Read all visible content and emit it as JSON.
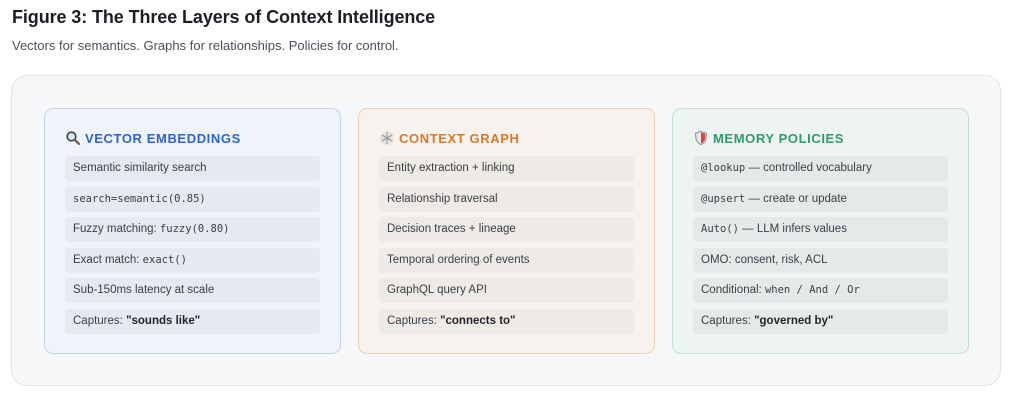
{
  "figure": {
    "title": "Figure 3: The Three Layers of Context Intelligence",
    "subtitle": "Vectors for semantics. Graphs for relationships. Policies for control."
  },
  "cards": {
    "vector": {
      "icon": "magnifier-icon",
      "accent": "#2f63cc",
      "title": "VECTOR EMBEDDINGS",
      "items": {
        "i0": "Semantic similarity search",
        "i1": "search=semantic(0.85)",
        "i2a": "Fuzzy matching: ",
        "i2b": "fuzzy(0.80)",
        "i3a": "Exact match: ",
        "i3b": "exact()",
        "i4": "Sub-150ms latency at scale",
        "i5a": "Captures: ",
        "i5b": "\"sounds like\""
      }
    },
    "graph": {
      "icon": "snowflake-icon",
      "accent": "#d97a2a",
      "title": "CONTEXT GRAPH",
      "items": {
        "i0": "Entity extraction + linking",
        "i1": "Relationship traversal",
        "i2": "Decision traces + lineage",
        "i3": "Temporal ordering of events",
        "i4": "GraphQL query API",
        "i5a": "Captures: ",
        "i5b": "\"connects to\""
      }
    },
    "policies": {
      "icon": "shield-icon",
      "accent": "#2f9a6a",
      "title": "MEMORY POLICIES",
      "items": {
        "i0a": "@lookup",
        "i0b": " — controlled vocabulary",
        "i1a": "@upsert",
        "i1b": " — create or update",
        "i2a": "Auto()",
        "i2b": " — LLM infers values",
        "i3": "OMO: consent, risk, ACL",
        "i4a": "Conditional: ",
        "i4b": "when / And / Or",
        "i5a": "Captures: ",
        "i5b": "\"governed by\""
      }
    }
  }
}
